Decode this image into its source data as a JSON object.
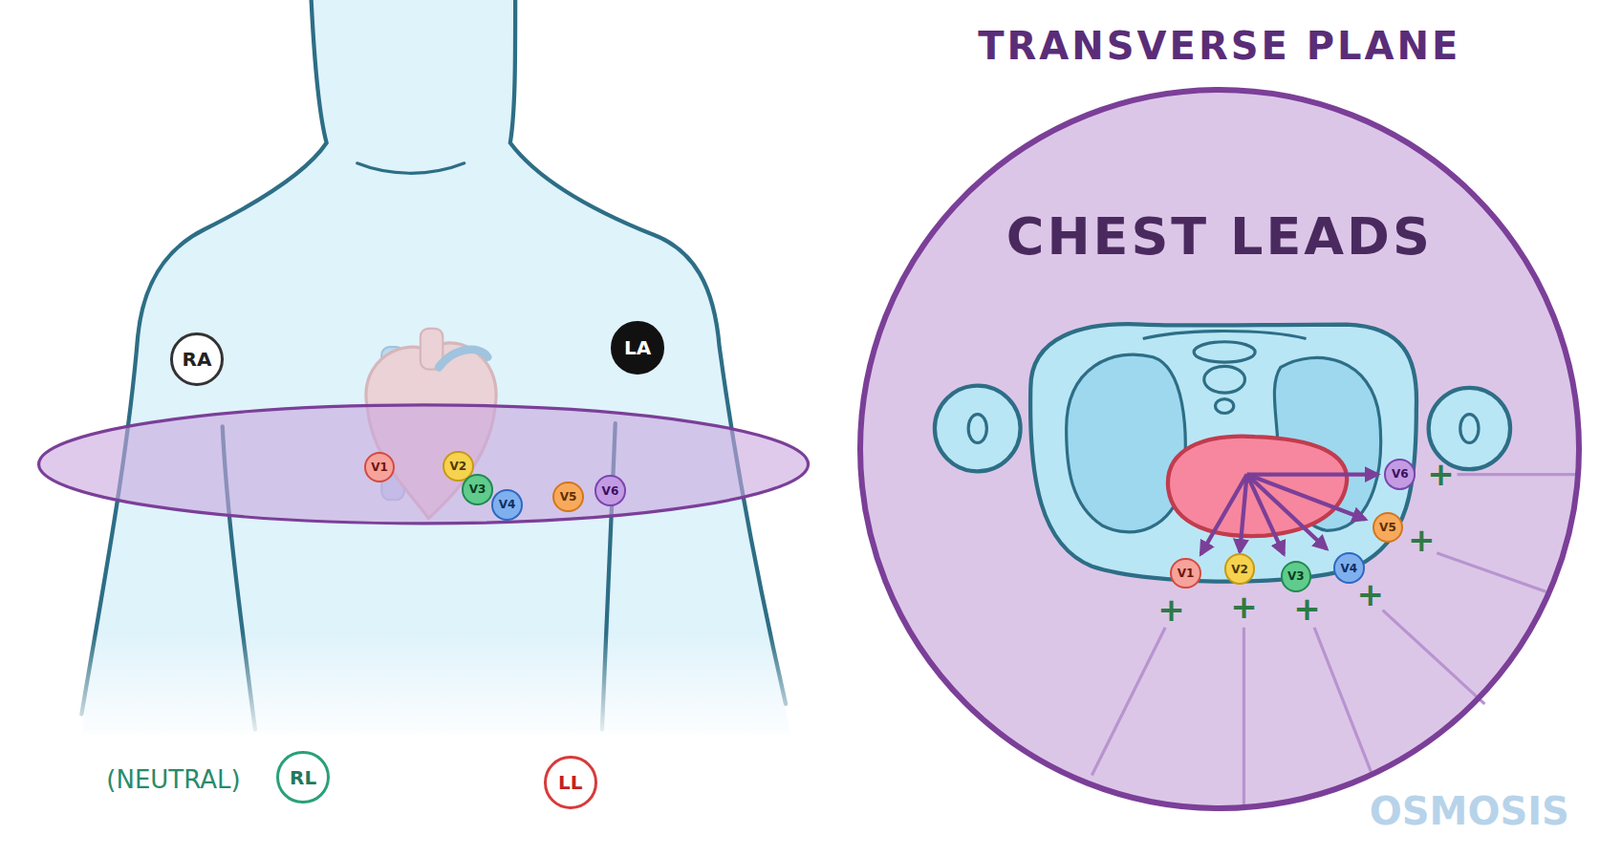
{
  "diagram": {
    "nodes": [
      {
        "text": [
          "RA"
        ]
      },
      {
        "text": [
          "LA"
        ]
      },
      {
        "text": [
          "V1"
        ]
      },
      {
        "text": [
          "V2"
        ]
      },
      {
        "text": [
          "V3"
        ]
      },
      {
        "text": [
          "V4"
        ]
      },
      {
        "text": [
          "V5"
        ]
      },
      {
        "text": [
          "V6"
        ]
      },
      {
        "text": [
          "RL"
        ]
      },
      {
        "text": [
          "LL"
        ]
      },
      {
        "text": [
          "TRANSVERSE PLANE",
          "CHEST LEADS"
        ]
      },
      {
        "text": [
          "V1"
        ],
        "in": 10
      },
      {
        "text": [
          "V2"
        ],
        "in": 10
      },
      {
        "text": [
          "V3"
        ],
        "in": 10
      },
      {
        "text": [
          "V4"
        ],
        "in": 10
      },
      {
        "text": [
          "V5"
        ],
        "in": 10
      },
      {
        "text": [
          "V6"
        ],
        "in": 10
      }
    ],
    "labels": [
      "(NEUTRAL)",
      "+",
      "+",
      "+",
      "+",
      "+",
      "+",
      "OSMOSIS"
    ]
  }
}
